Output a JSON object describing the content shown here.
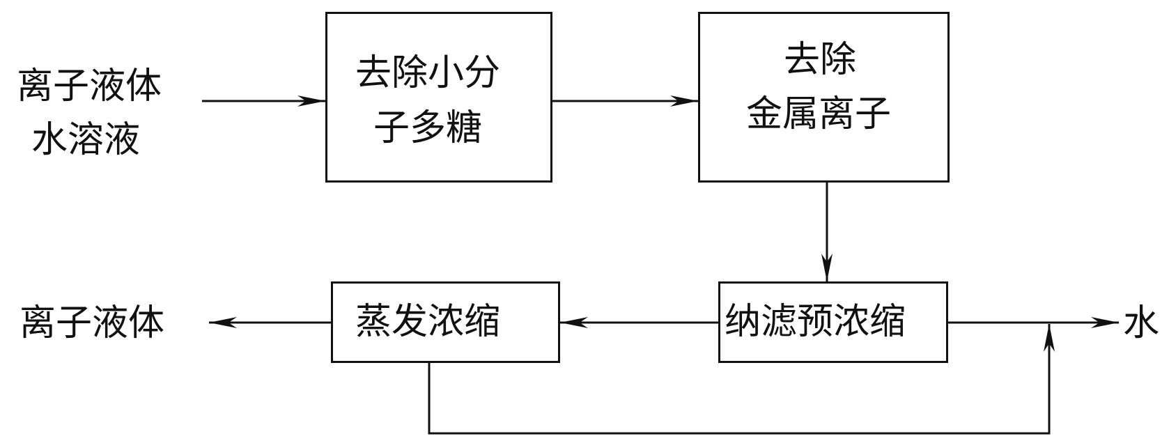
{
  "diagram": {
    "input_label_line1": "离子液体",
    "input_label_line2": "水溶液",
    "box1_line1": "去除小分",
    "box1_line2": "子多糖",
    "box2_line1": "去除",
    "box2_line2": "金属离子",
    "box3_label": "纳滤预浓缩",
    "box4_label": "蒸发浓缩",
    "output_ionic_liquid": "离子液体",
    "output_water": "水"
  }
}
